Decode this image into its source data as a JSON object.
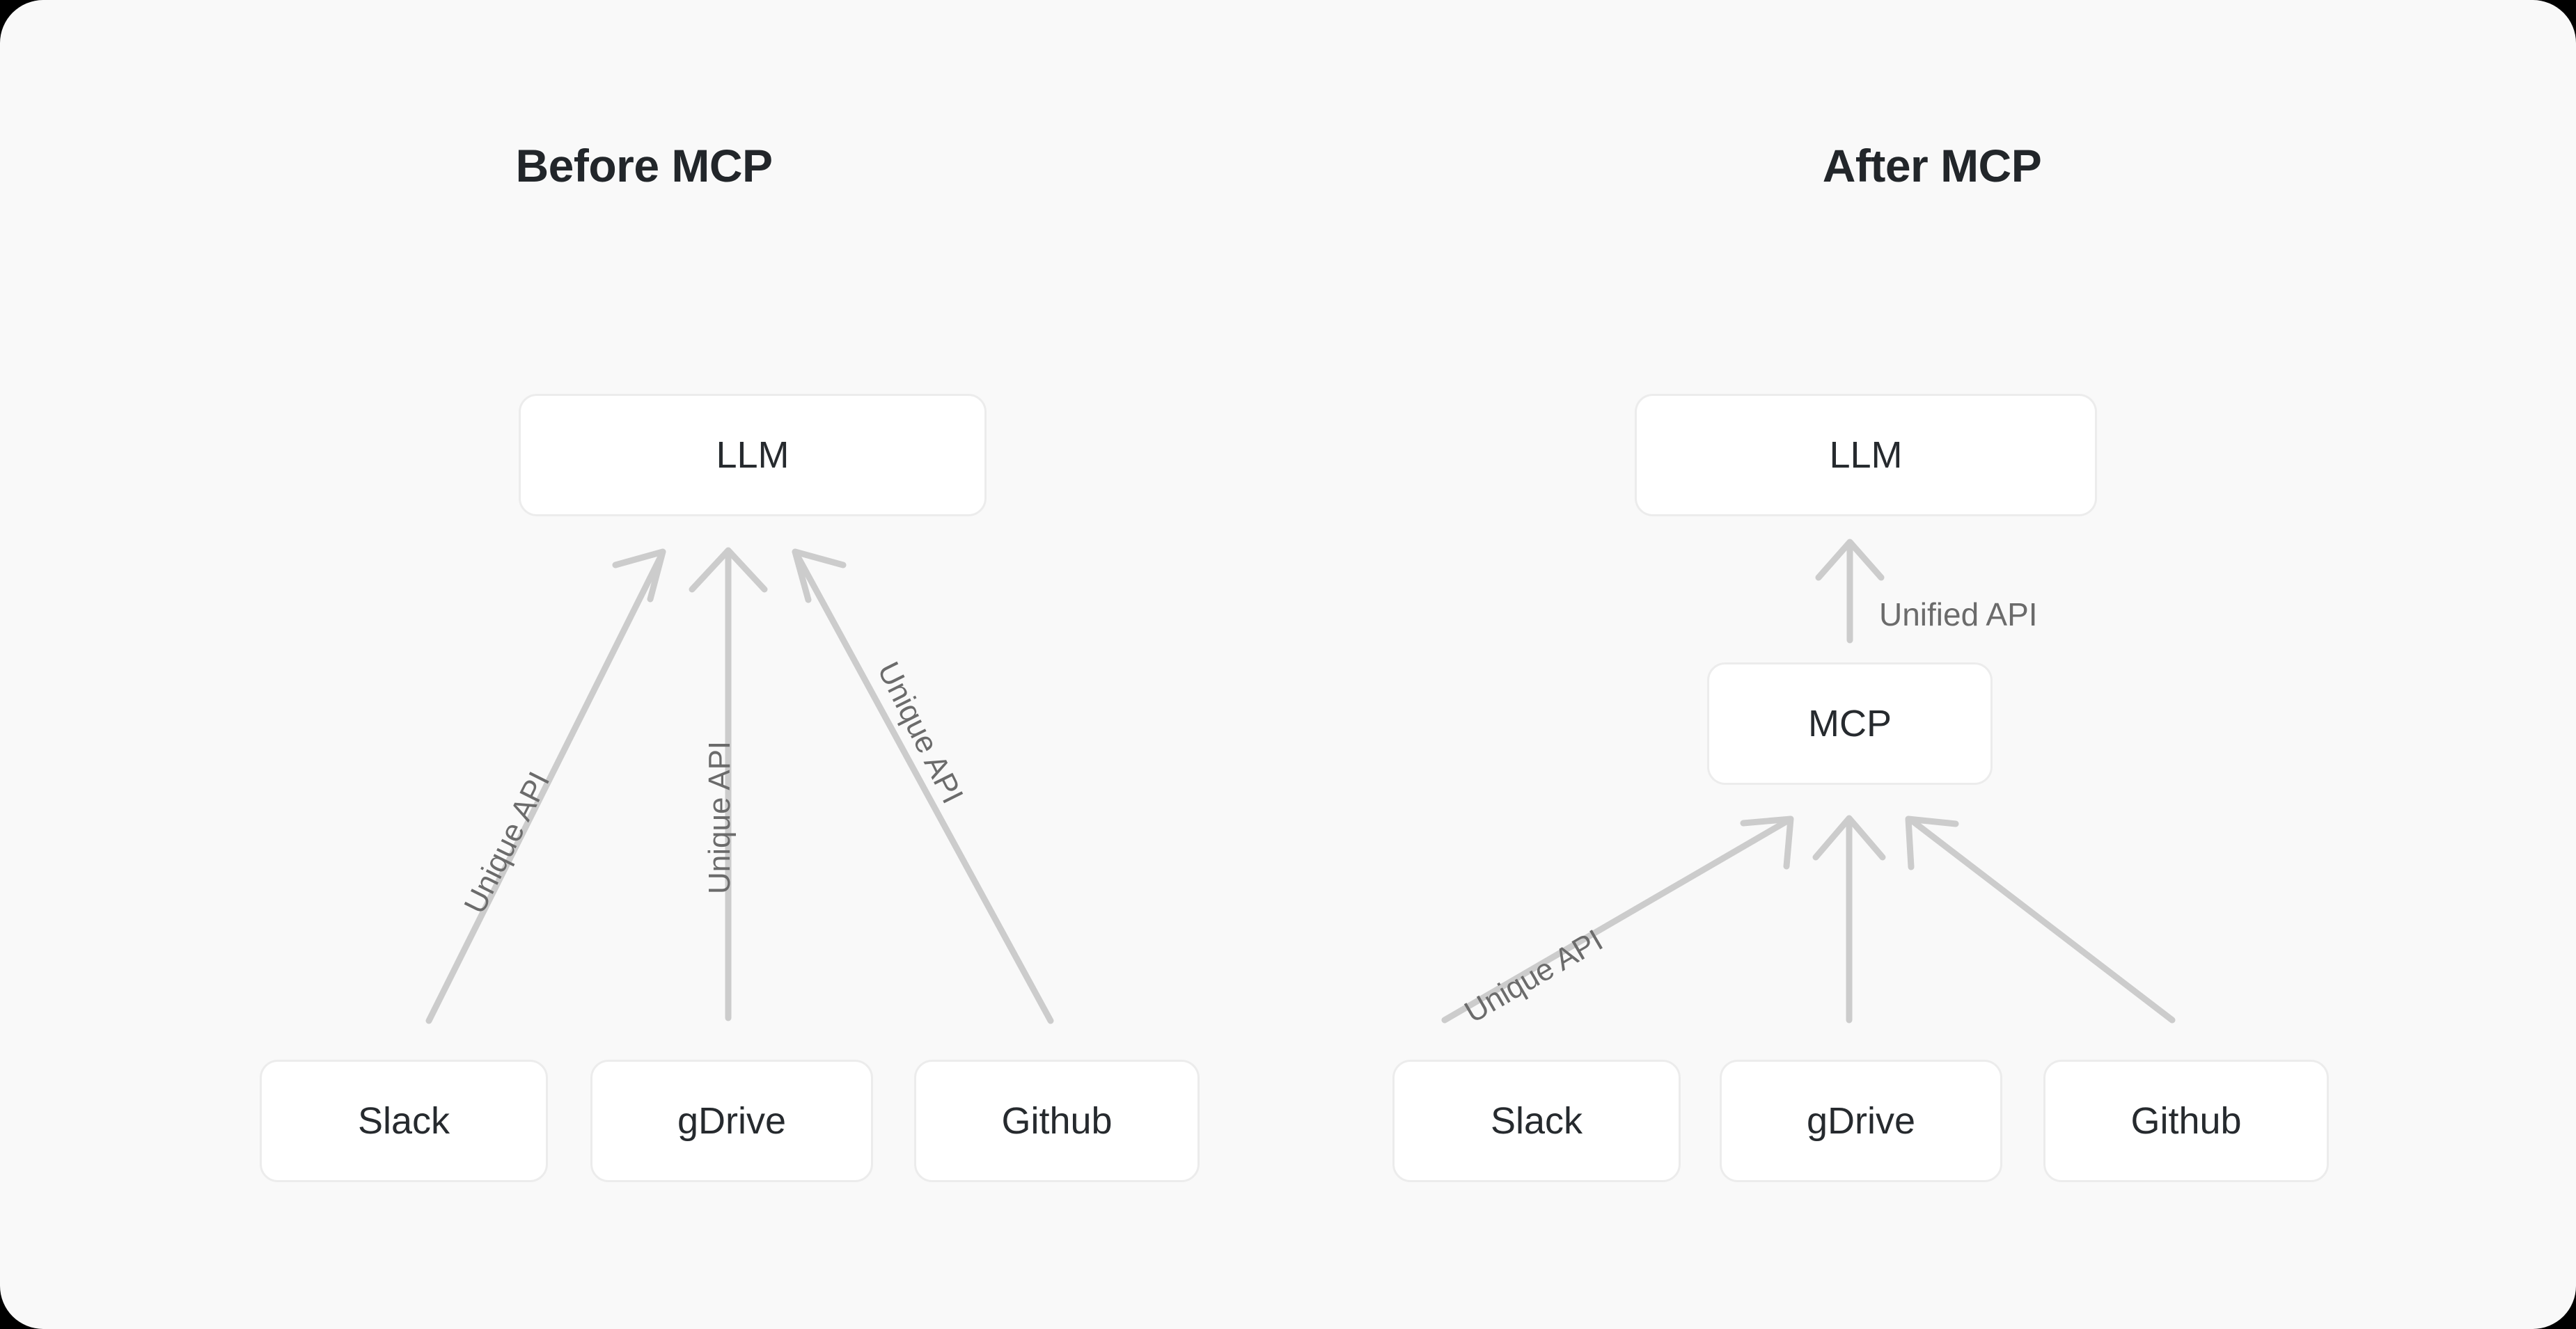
{
  "theme": {
    "canvas_bg": "#f9f9f9",
    "node_bg": "#ffffff",
    "node_border": "#ececec",
    "title_color": "#22262a",
    "node_text_color": "#262a2e",
    "arrow_color": "#cccccc",
    "edge_label_color": "#6b6b6b"
  },
  "diagram": {
    "type": "comparison-flow",
    "panels": [
      {
        "id": "before",
        "title": "Before MCP",
        "top_node": "LLM",
        "sources": [
          "Slack",
          "gDrive",
          "Github"
        ],
        "edge_labels": [
          "Unique API",
          "Unique API",
          "Unique API"
        ]
      },
      {
        "id": "after",
        "title": "After MCP",
        "top_node": "LLM",
        "middle_node": "MCP",
        "middle_edge_label": "Unified API",
        "sources": [
          "Slack",
          "gDrive",
          "Github"
        ],
        "edge_labels": [
          "Unique API",
          "",
          ""
        ]
      }
    ]
  }
}
